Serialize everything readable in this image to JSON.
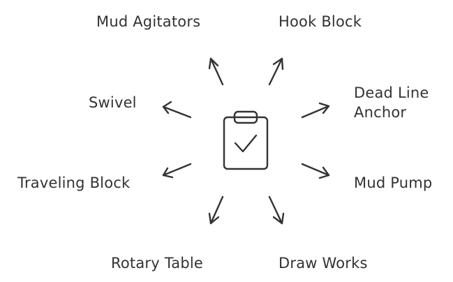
{
  "diagram": {
    "center_icon": "clipboard-check-icon",
    "components": [
      {
        "id": "mud-agitators",
        "label": "Mud Agitators"
      },
      {
        "id": "hook-block",
        "label": "Hook Block"
      },
      {
        "id": "swivel",
        "label": "Swivel"
      },
      {
        "id": "dead-line-anchor",
        "label": "Dead Line\nAnchor"
      },
      {
        "id": "traveling-block",
        "label": "Traveling Block"
      },
      {
        "id": "mud-pump",
        "label": "Mud Pump"
      },
      {
        "id": "rotary-table",
        "label": "Rotary Table"
      },
      {
        "id": "draw-works",
        "label": "Draw Works"
      }
    ]
  }
}
